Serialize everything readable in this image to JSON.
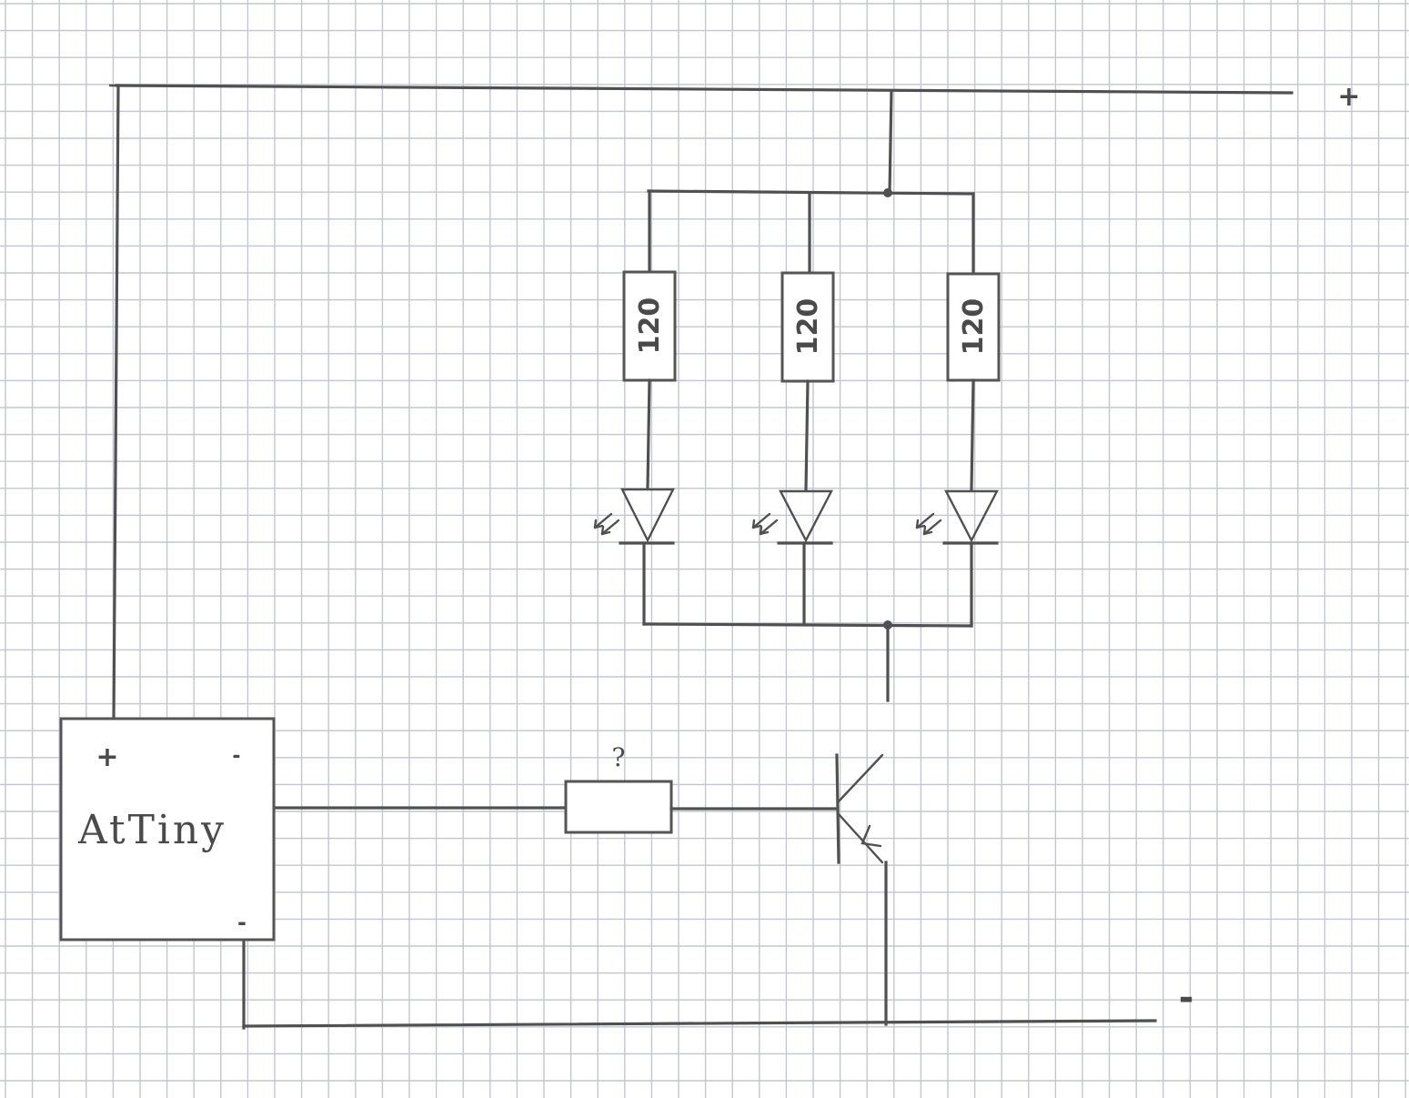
{
  "labels": {
    "supply_plus": "+",
    "supply_minus": "-",
    "mcu_name": "AtTiny",
    "mcu_plus": "+",
    "mcu_minus_top": "-",
    "mcu_minus_bottom": "-",
    "base_resistor_value": "?",
    "led_resistor_1": "120",
    "led_resistor_2": "120",
    "led_resistor_3": "120"
  },
  "colors": {
    "ink": "#505050",
    "paper": "#ffffff",
    "grid": "#c3c6d2"
  }
}
